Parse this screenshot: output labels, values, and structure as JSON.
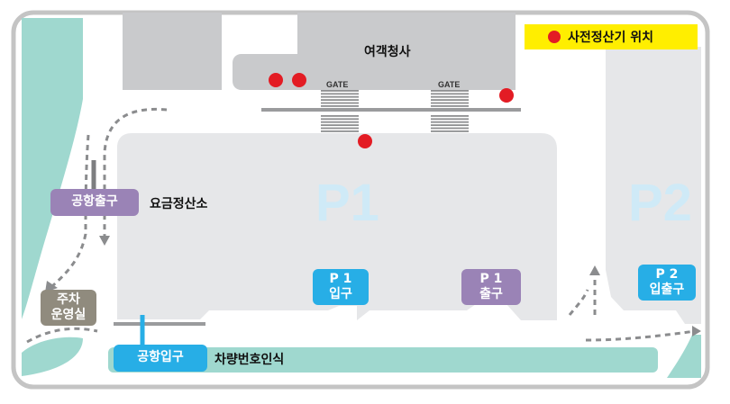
{
  "colors": {
    "frame": "#c4c4c4",
    "lot": "#e6e7e9",
    "building": "#c9cacc",
    "greenery": "#9fd8cf",
    "marker": "#e31c24",
    "legend_bg": "#ffee00",
    "blue_tag": "#27aee6",
    "purple_tag": "#9a83b6",
    "brown_tag": "#908b7e",
    "lot_label": "#cfeaf7"
  },
  "legend": {
    "text": "사전정산기 위치"
  },
  "terminal": {
    "label": "여객청사"
  },
  "gates": [
    {
      "label": "GATE"
    },
    {
      "label": "GATE"
    }
  ],
  "lots": {
    "p1": "P1",
    "p2": "P2"
  },
  "tags": {
    "airport_exit": "공항출구",
    "toll_booth": "요금정산소",
    "parking_office": [
      "주차",
      "운영실"
    ],
    "airport_entrance": "공항입구",
    "plate_recognition": "차량번호인식",
    "p1_entrance": [
      "P 1",
      "입구"
    ],
    "p1_exit": [
      "P 1",
      "출구"
    ],
    "p2_gate": [
      "P 2",
      "입출구"
    ]
  },
  "markers": [
    {
      "name": "marker-terminal-left-1"
    },
    {
      "name": "marker-terminal-left-2"
    },
    {
      "name": "marker-terminal-right"
    },
    {
      "name": "marker-p1-top"
    }
  ]
}
